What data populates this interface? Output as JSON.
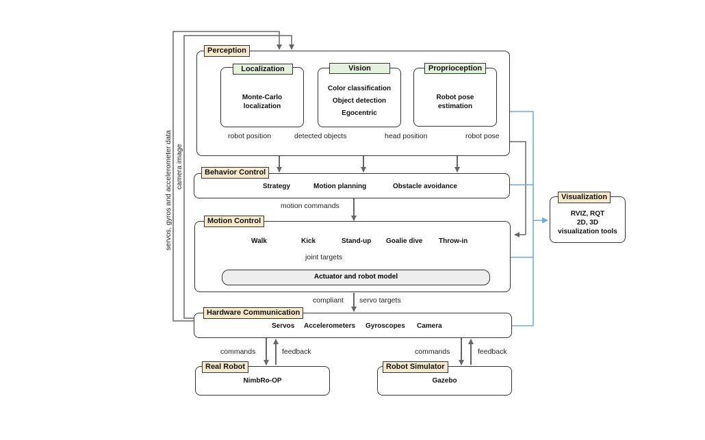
{
  "perception": {
    "title": "Perception",
    "localization": {
      "title": "Localization",
      "lines": [
        "Monte-Carlo",
        "localization"
      ]
    },
    "vision": {
      "title": "Vision",
      "lines": [
        "Color classification",
        "Object detection",
        "Egocentric"
      ]
    },
    "proprioception": {
      "title": "Proprioception",
      "lines": [
        "Robot pose",
        "estimation"
      ]
    }
  },
  "edges": {
    "robot_position": "robot position",
    "detected_objects": "detected objects",
    "head_position": "head position",
    "robot_pose": "robot pose",
    "motion_commands": "motion commands",
    "joint_targets": "joint targets",
    "compliant": "compliant",
    "servo_targets": "servo targets",
    "commands": "commands",
    "feedback": "feedback",
    "servos_data": "servos, gyros and accelerometer data",
    "camera_image": "camera image"
  },
  "behavior": {
    "title": "Behavior Control",
    "items": [
      "Strategy",
      "Motion planning",
      "Obstacle avoidance"
    ]
  },
  "motion": {
    "title": "Motion Control",
    "items": [
      "Walk",
      "Kick",
      "Stand-up",
      "Goalie dive",
      "Throw-in"
    ],
    "actuator": "Actuator and robot model"
  },
  "hardware": {
    "title": "Hardware Communication",
    "items": [
      "Servos",
      "Accelerometers",
      "Gyroscopes",
      "Camera"
    ]
  },
  "real_robot": {
    "title": "Real Robot",
    "name": "NimbRo-OP"
  },
  "simulator": {
    "title": "Robot Simulator",
    "name": "Gazebo"
  },
  "visualization": {
    "title": "Visualization",
    "lines": [
      "RVIZ, RQT",
      "2D, 3D",
      "visualization tools"
    ]
  },
  "colors": {
    "arrow": "#666666",
    "vis_arrow": "#6fa8e6",
    "tag": "#f7e9c9",
    "subtag": "#e3f1dd"
  }
}
